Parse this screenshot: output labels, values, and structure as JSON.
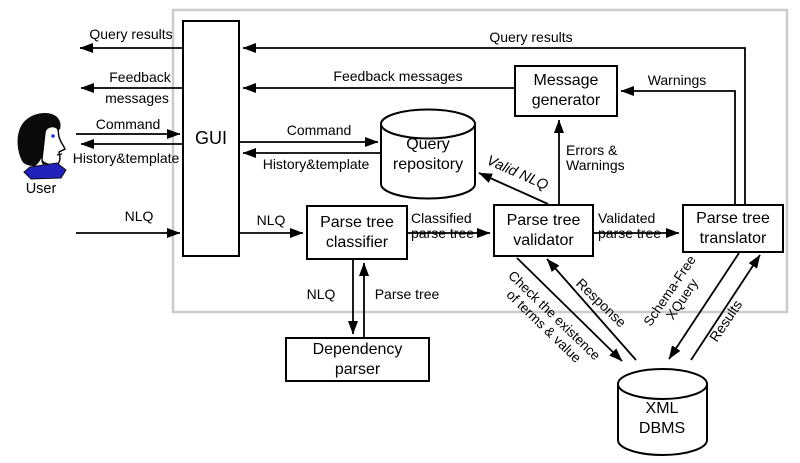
{
  "colors": {
    "frame_border": "#cccccc",
    "line": "#000000",
    "box_background": "#ffffff",
    "user_collar_blue": "#2222bb",
    "user_eye_blue": "#2233cc"
  },
  "user": {
    "label": "User"
  },
  "boxes": {
    "gui": {
      "label": "GUI"
    },
    "message_generator": {
      "line1": "Message",
      "line2": "generator"
    },
    "parse_tree_classifier": {
      "line1": "Parse tree",
      "line2": "classifier"
    },
    "parse_tree_validator": {
      "line1": "Parse tree",
      "line2": "validator"
    },
    "parse_tree_translator": {
      "line1": "Parse tree",
      "line2": "translator"
    },
    "dependency_parser": {
      "line1": "Dependency",
      "line2": "parser"
    }
  },
  "datastores": {
    "query_repository": {
      "line1": "Query",
      "line2": "repository"
    },
    "xml_dbms": {
      "line1": "XML",
      "line2": "DBMS"
    }
  },
  "edge_labels": {
    "query_results_to_user": "Query results",
    "feedback_to_user_line1": "Feedback",
    "feedback_to_user_line2": "messages",
    "command_from_user": "Command",
    "history_template_to_user": "History&template",
    "nlq_from_user": "NLQ",
    "query_results_to_gui": "Query results",
    "feedback_messages_to_gui": "Feedback messages",
    "command_to_repository": "Command",
    "history_template_to_gui": "History&template",
    "nlq_to_classifier": "NLQ",
    "classified_line1": "Classified",
    "classified_line2": "parse tree",
    "validated_line1": "Validated",
    "validated_line2": "parse tree",
    "warnings_to_message_generator": "Warnings",
    "errors_warnings_line1": "Errors &",
    "errors_warnings_line2": "Warnings",
    "valid_nlq_to_repository": "Valid NLQ",
    "nlq_to_dependency_parser": "NLQ",
    "parse_tree_to_classifier": "Parse tree",
    "check_existence_line1": "Check the existence",
    "check_existence_line2": "of terms & value",
    "response_to_validator": "Response",
    "schema_free_line1": "Schema-Free",
    "schema_free_line2": "XQuery",
    "results_to_translator": "Results"
  }
}
